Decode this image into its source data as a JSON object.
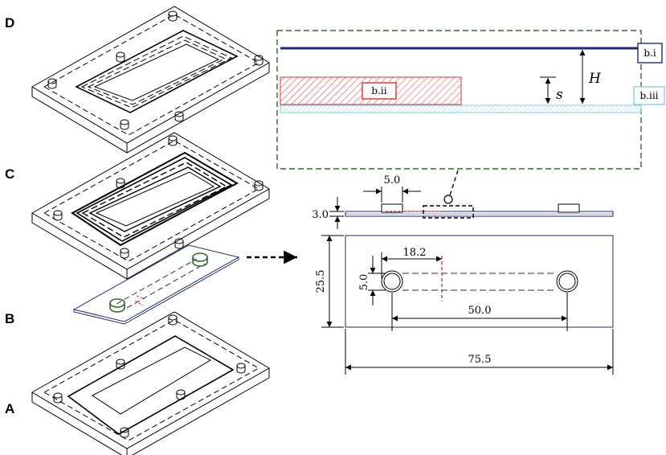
{
  "panels": {
    "d": "D",
    "c": "C",
    "b": "B",
    "a": "A"
  },
  "detail": {
    "label_top": "b.i",
    "label_strip": "b.ii",
    "label_bottom": "b.iii",
    "sym_H": "H",
    "sym_s": "s",
    "color_top": "#1f2a7a",
    "color_strip": "#e03030",
    "color_bottom": "#7fd0e8",
    "color_frame": "#2d6b2d"
  },
  "dims": {
    "port_diameter": "5.0",
    "thickness": "3.0",
    "width": "25.5",
    "port_gap": "5.0",
    "strip_offset": "18.2",
    "port_spacing": "50.0",
    "length": "75.5"
  }
}
